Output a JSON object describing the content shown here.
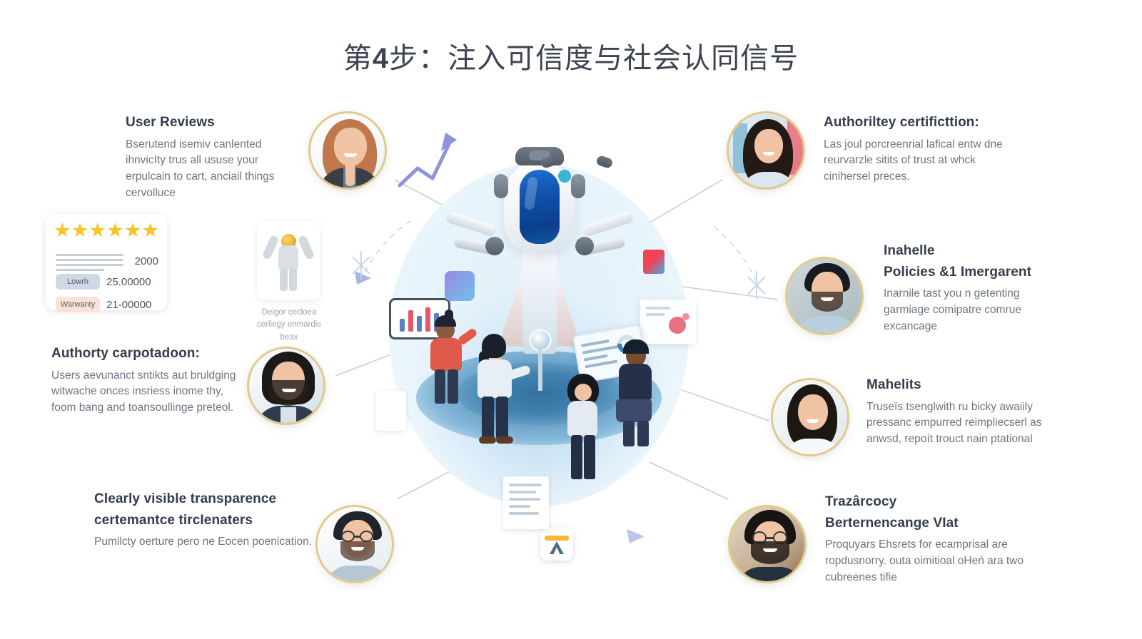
{
  "title": {
    "prefix": "第",
    "step": "4",
    "suffix": "步：注入可信度与社会认同信号"
  },
  "blocks": [
    {
      "id": "user-reviews",
      "heading": "User Reviews",
      "body": "Bserutend isemiv canlented ihnvicIty trus all ususe your erpulcain to cart, anciail things cervolluce"
    },
    {
      "id": "authority-certification",
      "heading": "Authoriltey certificttion:",
      "body": "Las joul porcreenrial lafical entw dne reurvarzle sitits of trust at whck cinihersel preces."
    },
    {
      "id": "policies-management",
      "heading": "Inahelle",
      "heading2": "Policies &1 Imergarent",
      "body": "Inarnile tast you n getenting garmiage comipatre comrue excancage"
    },
    {
      "id": "authority-corporation",
      "heading": "Authorty carpotadoon:",
      "body": "Users aevunanct sntikts aut bruldging witwache onces insriess inome thy, foom bang and toansoullinge preteol."
    },
    {
      "id": "media-highlights",
      "heading": "Mahelits",
      "body": "Truseïs tsenglwith ru bicky awaiily pressanc empurred reimpliecserl as anwsd, repoít trouct nain ptational"
    },
    {
      "id": "transparency-guarantee",
      "heading": "Clearly visible transparence",
      "heading2": "certemantce tircIenaters",
      "body": "Pumilcty oerture pero ne Eocen poenication."
    },
    {
      "id": "traceability-exchange",
      "heading": "Trazârcocy",
      "heading2": "Berternencange VIat",
      "body": "Proquyars Ehsrets for ecamprisal are ropdusnorry. outa oimitioal oHeń ara two cubreenes tifie"
    }
  ],
  "review_card": {
    "star_count": 6,
    "top_value": "2000",
    "rows": [
      {
        "chip": "Lowrh",
        "value": "25.00000",
        "chip_style": "blue"
      },
      {
        "chip": "Warwanty",
        "value": "21-00000",
        "chip_style": "peach"
      }
    ]
  },
  "award_card": {
    "caption": "Deigor cecloea cerliegy enmardis beax"
  },
  "avatars": [
    {
      "id": "avatar-user-reviews",
      "alt": "smiling-woman-long-hair"
    },
    {
      "id": "avatar-authority-certification",
      "alt": "smiling-woman-medical-coat"
    },
    {
      "id": "avatar-policies",
      "alt": "smiling-man-blue-shirt"
    },
    {
      "id": "avatar-authority-corporation",
      "alt": "smiling-bearded-man-suit"
    },
    {
      "id": "avatar-media-highlights",
      "alt": "smiling-woman-white-top"
    },
    {
      "id": "avatar-transparency",
      "alt": "smiling-man-glasses-light-shirt"
    },
    {
      "id": "avatar-traceability",
      "alt": "smiling-bearded-man-glasses"
    }
  ],
  "center_scene": {
    "alt": "robot-hologram-with-team-illustration",
    "people": [
      "person-red-shirt",
      "person-white-shirt",
      "person-grey-tshirt",
      "person-navy-top-tablet"
    ]
  },
  "colors": {
    "title": "#3d4450",
    "heading": "#343d4c",
    "body": "#6d7580",
    "avatar_ring": "#e3c98a",
    "star": "#f7c325",
    "wire": "#b9c9d4",
    "disc": "#e3f1fa",
    "accent_blue": "#4a8cc4"
  }
}
